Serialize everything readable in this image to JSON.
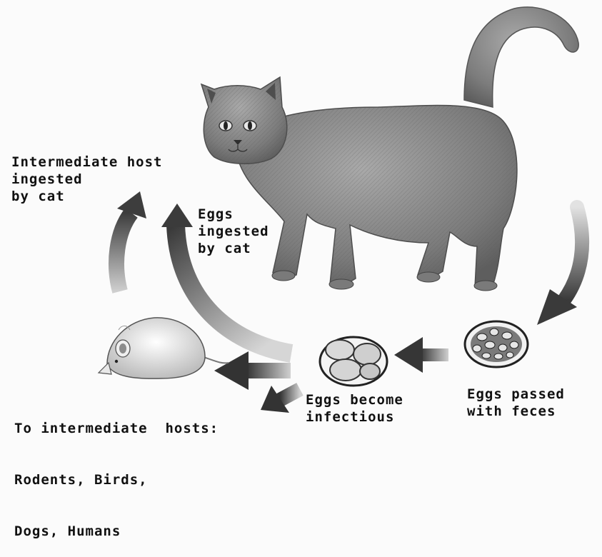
{
  "labels": {
    "intermediate_host_ingested": [
      "Intermediate host",
      "ingested",
      "by cat"
    ],
    "eggs_ingested": [
      "Eggs",
      "ingested",
      "by cat"
    ],
    "intermediate_hosts": [
      "To intermediate  hosts:",
      "Rodents, Birds,",
      "Dogs, Humans"
    ],
    "eggs_become_infectious": [
      "Eggs become",
      "infectious"
    ],
    "eggs_passed": [
      "Eggs passed",
      "with feces"
    ]
  },
  "illustrations": {
    "cat": "cat-illustration",
    "rodent": "rodent-illustration",
    "eggs_infectious": "egg-cluster-illustration",
    "eggs_feces": "egg-mass-illustration"
  },
  "colors": {
    "ink": "#111111",
    "arrow": "#4a4a4a",
    "cat_fur": "#8a8a8a"
  }
}
